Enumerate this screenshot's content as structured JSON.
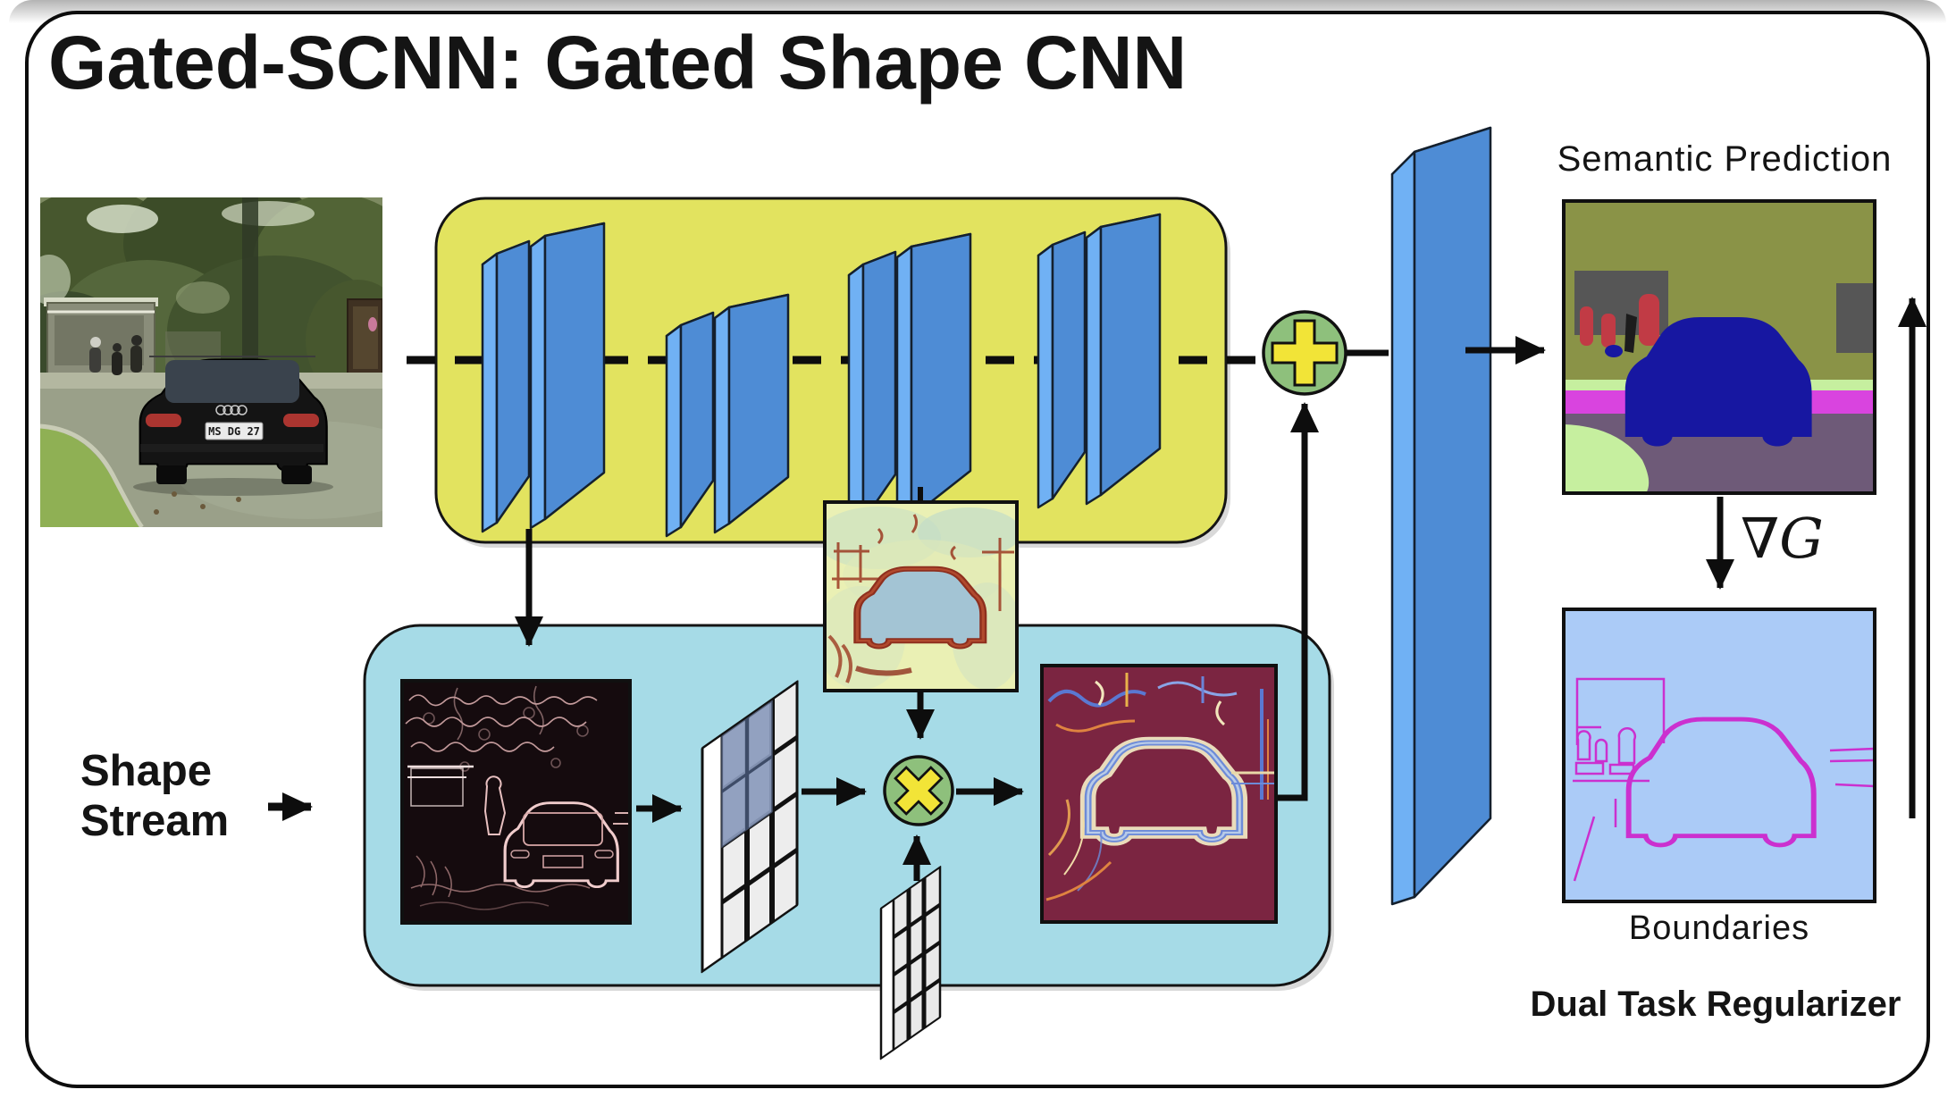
{
  "title": "Gated-SCNN: Gated Shape CNN",
  "labels": {
    "shape_stream_line1": "Shape",
    "shape_stream_line2": "Stream",
    "semantic_prediction": "Semantic Prediction",
    "gradient_g": "∇G",
    "boundaries": "Boundaries",
    "dual_task_regularizer": "Dual Task Regularizer"
  },
  "operators": {
    "fusion": "+",
    "gating": "×"
  },
  "photo": {
    "license_plate": "MS DG 27"
  },
  "colors": {
    "backbone_box": "#e2e35f",
    "shape_stream_box": "#a6dbe7",
    "slab_front": "#4e8cd5",
    "slab_side": "#70b1f4",
    "slab_top": "#9bcaf6",
    "node_circle": "#8ec07c",
    "node_glyph": "#f2e437",
    "outline": "#0d0d0d",
    "attention_bg": "#7b2541",
    "boundaries_bg": "#abcbf7",
    "boundary_line": "#cb30cf",
    "semantic_tree": "#8a9347",
    "semantic_road": "#6e5a78",
    "semantic_car": "#1717a1",
    "semantic_band": "#d944df"
  }
}
